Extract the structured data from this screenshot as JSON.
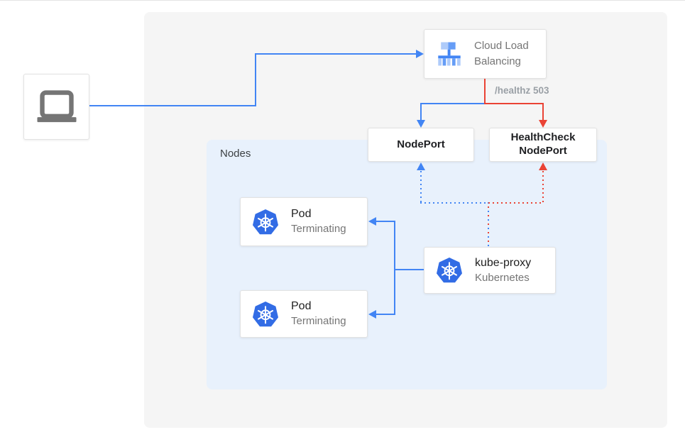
{
  "diagram": {
    "client": {
      "icon": "laptop"
    },
    "load_balancer": {
      "icon": "cloud-load-balancing",
      "label": "Cloud Load Balancing"
    },
    "health_label": "/healthz 503",
    "node_port": {
      "label": "NodePort"
    },
    "health_check_node_port": {
      "line1": "HealthCheck",
      "line2": "NodePort"
    },
    "nodes_group": {
      "label": "Nodes"
    },
    "pods": [
      {
        "icon": "kubernetes",
        "title": "Pod",
        "status": "Terminating"
      },
      {
        "icon": "kubernetes",
        "title": "Pod",
        "status": "Terminating"
      }
    ],
    "kube_proxy": {
      "icon": "kubernetes",
      "title": "kube-proxy",
      "subtitle": "Kubernetes"
    },
    "colors": {
      "flow_blue": "#4285f4",
      "flow_red": "#ea4335",
      "nodes_panel_bg": "#e8f1fc",
      "canvas_bg": "#f5f5f5",
      "kubernetes_blue": "#326ce5",
      "lb_icon_light_blue": "#aecbfa",
      "lb_icon_mid_blue": "#669df6",
      "device_gray": "#757575",
      "health_label_gray": "#9aa0a6"
    }
  }
}
